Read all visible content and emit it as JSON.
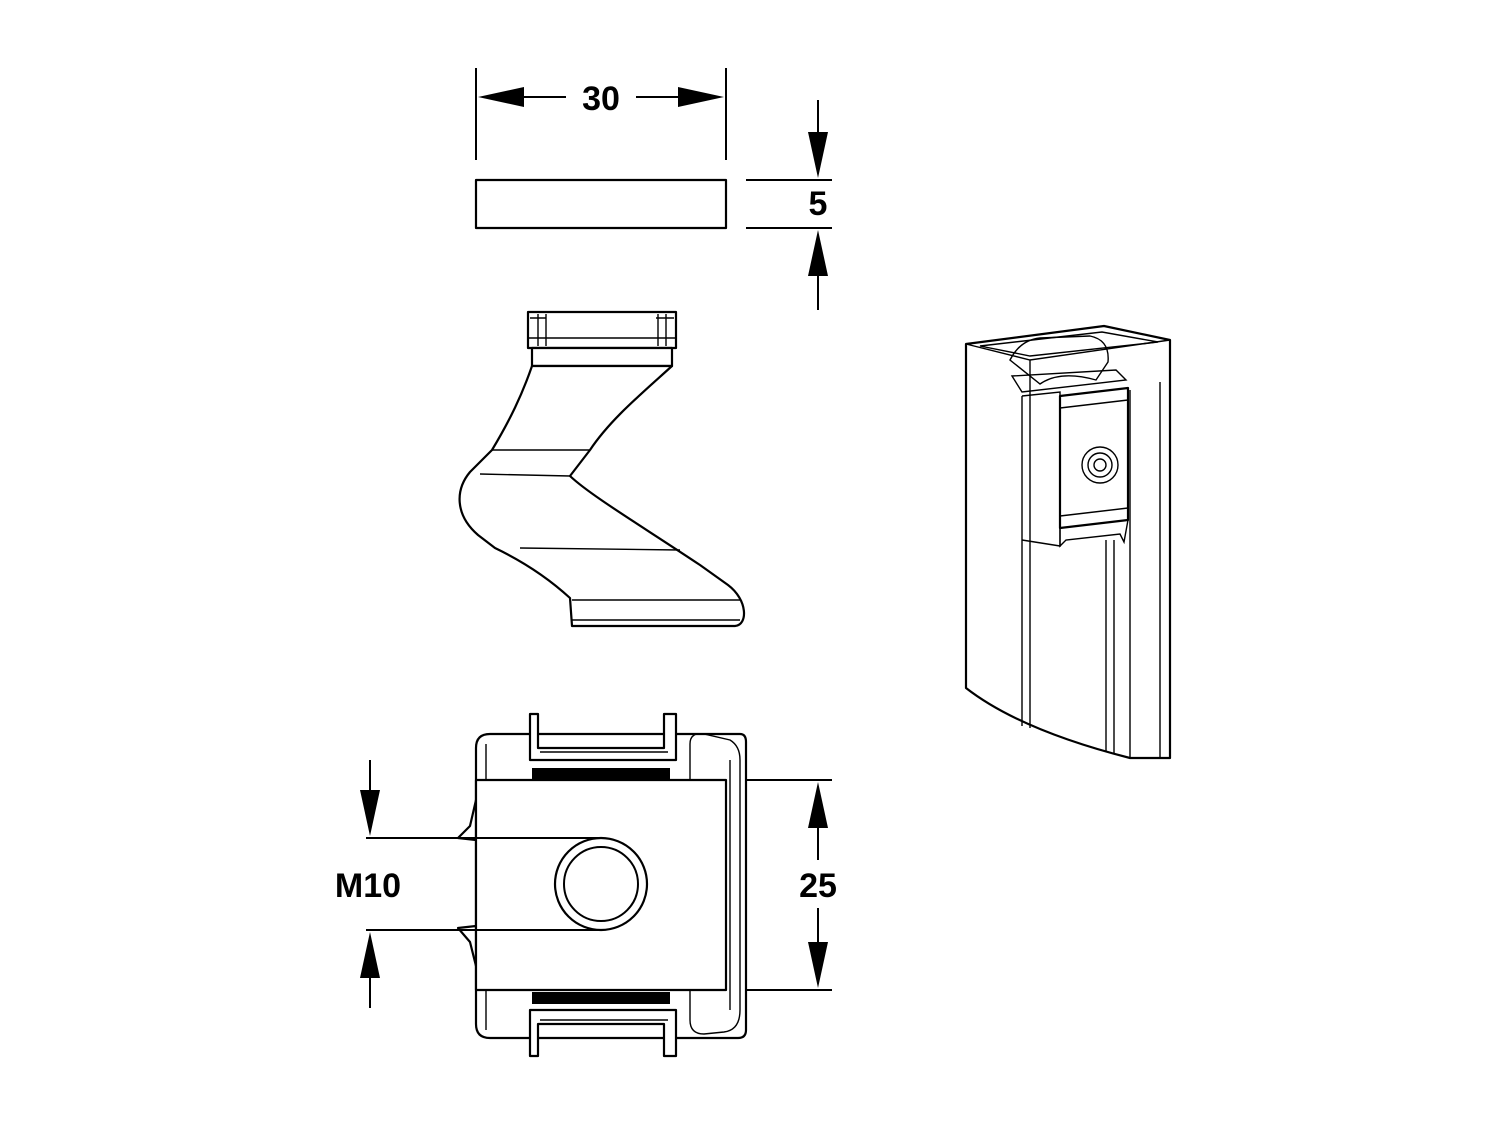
{
  "dimensions": {
    "width": "30",
    "thickness": "5",
    "thread": "M10",
    "hole_spacing": "25"
  },
  "colors": {
    "line": "#000000",
    "background": "#ffffff",
    "shading": "#e6e6e6"
  }
}
